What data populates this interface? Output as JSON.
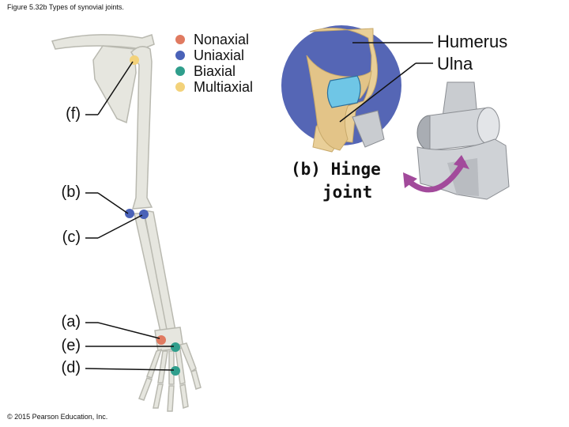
{
  "figure": {
    "title": "Figure 5.32b Types of synovial joints.",
    "copyright": "© 2015 Pearson Education, Inc."
  },
  "legend": {
    "items": [
      {
        "label": "Nonaxial",
        "color": "#e07a60"
      },
      {
        "label": "Uniaxial",
        "color": "#4a62b8"
      },
      {
        "label": "Biaxial",
        "color": "#2f9e8c"
      },
      {
        "label": "Multiaxial",
        "color": "#f3d27a"
      }
    ]
  },
  "arm_labels": {
    "f": "(f)",
    "b": "(b)",
    "c": "(c)",
    "a": "(a)",
    "e": "(e)",
    "d": "(d)"
  },
  "hinge": {
    "callouts": {
      "humerus": "Humerus",
      "ulna": "Ulna"
    },
    "title_line1": "(b) Hinge",
    "title_line2": "joint"
  },
  "colors": {
    "bone": "#e6e6df",
    "bone_outline": "#b9b9b0",
    "circle_bg": "#5566b5",
    "elbow_bone": "#e9cf98",
    "cartilage": "#6fc6e6",
    "model_gray": "#c9ccd0",
    "arrow": "#a24a9b"
  }
}
